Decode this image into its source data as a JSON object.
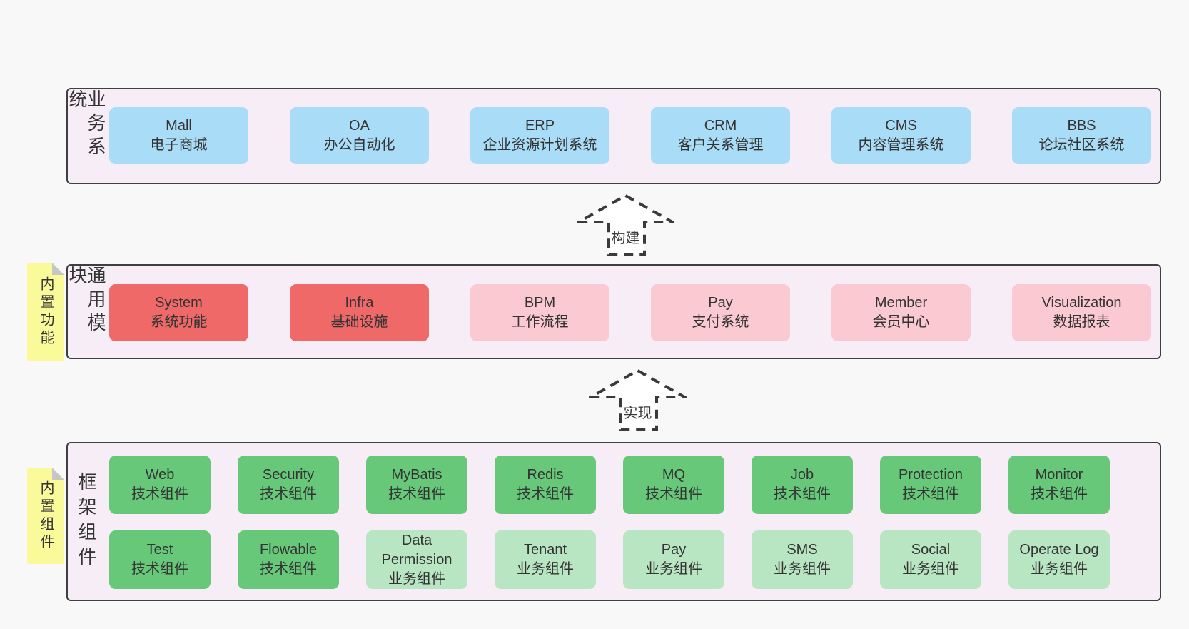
{
  "canvas": {
    "background": "#f8f8f8"
  },
  "colors": {
    "panel_bg": "#f7edf6",
    "panel_border": "#3f3f3f",
    "blue_box": "#a9dcf6",
    "red_box": "#f06969",
    "pink_box": "#fbc9d2",
    "green_dark_box": "#66c878",
    "green_light_box": "#b8e5c2",
    "sticky_yellow": "#fafa9b",
    "sticky_fold_gray": "#c6c6c6",
    "text_dark": "#333333"
  },
  "arrows": [
    {
      "label": "构建"
    },
    {
      "label": "实现"
    }
  ],
  "sections": {
    "business": {
      "side_label": "业务系统",
      "boxes": [
        {
          "en": "Mall",
          "zh": "电子商城"
        },
        {
          "en": "OA",
          "zh": "办公自动化"
        },
        {
          "en": "ERP",
          "zh": "企业资源计划系统"
        },
        {
          "en": "CRM",
          "zh": "客户关系管理"
        },
        {
          "en": "CMS",
          "zh": "内容管理系统"
        },
        {
          "en": "BBS",
          "zh": "论坛社区系统"
        }
      ]
    },
    "modules": {
      "side_label": "通用模块",
      "sticky": "内置功能",
      "boxes": [
        {
          "en": "System",
          "zh": "系统功能"
        },
        {
          "en": "Infra",
          "zh": "基础设施"
        },
        {
          "en": "BPM",
          "zh": "工作流程"
        },
        {
          "en": "Pay",
          "zh": "支付系统"
        },
        {
          "en": "Member",
          "zh": "会员中心"
        },
        {
          "en": "Visualization",
          "zh": "数据报表"
        }
      ]
    },
    "framework": {
      "side_label": "框架组件",
      "sticky": "内置组件",
      "row1": [
        {
          "en": "Web",
          "zh": "技术组件"
        },
        {
          "en": "Security",
          "zh": "技术组件"
        },
        {
          "en": "MyBatis",
          "zh": "技术组件"
        },
        {
          "en": "Redis",
          "zh": "技术组件"
        },
        {
          "en": "MQ",
          "zh": "技术组件"
        },
        {
          "en": "Job",
          "zh": "技术组件"
        },
        {
          "en": "Protection",
          "zh": "技术组件"
        },
        {
          "en": "Monitor",
          "zh": "技术组件"
        }
      ],
      "row2": [
        {
          "en": "Test",
          "zh": "技术组件"
        },
        {
          "en": "Flowable",
          "zh": "技术组件"
        },
        {
          "en": "Data Permission",
          "zh": "业务组件"
        },
        {
          "en": "Tenant",
          "zh": "业务组件"
        },
        {
          "en": "Pay",
          "zh": "业务组件"
        },
        {
          "en": "SMS",
          "zh": "业务组件"
        },
        {
          "en": "Social",
          "zh": "业务组件"
        },
        {
          "en": "Operate Log",
          "zh": "业务组件"
        }
      ]
    }
  }
}
